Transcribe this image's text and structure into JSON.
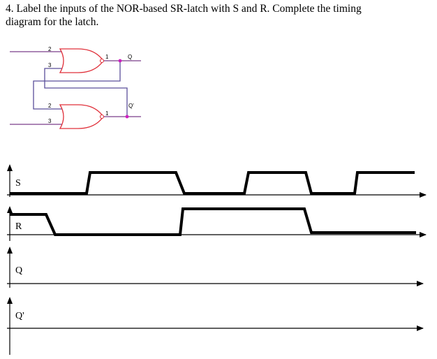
{
  "question": {
    "line1": "4. Label the inputs of the NOR-based SR-latch with S and R. Complete the timing",
    "line2": "diagram for the latch."
  },
  "circuit": {
    "gate_top": {
      "pin_a": "2",
      "pin_b": "3",
      "pin_out": "1",
      "output_label": "Q"
    },
    "gate_bottom": {
      "pin_a": "2",
      "pin_b": "3",
      "pin_out": "1",
      "output_label": "Q'"
    }
  },
  "timing": {
    "signals": [
      {
        "label": "S",
        "levels": [
          0,
          1,
          0,
          1,
          0,
          1
        ]
      },
      {
        "label": "R",
        "levels": [
          1,
          0,
          1,
          0
        ]
      },
      {
        "label": "Q",
        "levels": []
      },
      {
        "label": "Q'",
        "levels": []
      }
    ]
  },
  "colors": {
    "gate_outline": "#e0303a",
    "input_wire": "#7a3f8a",
    "feedback_wire": "#5a4f9a",
    "junction": "#d020c0",
    "waveform": "#000000"
  }
}
